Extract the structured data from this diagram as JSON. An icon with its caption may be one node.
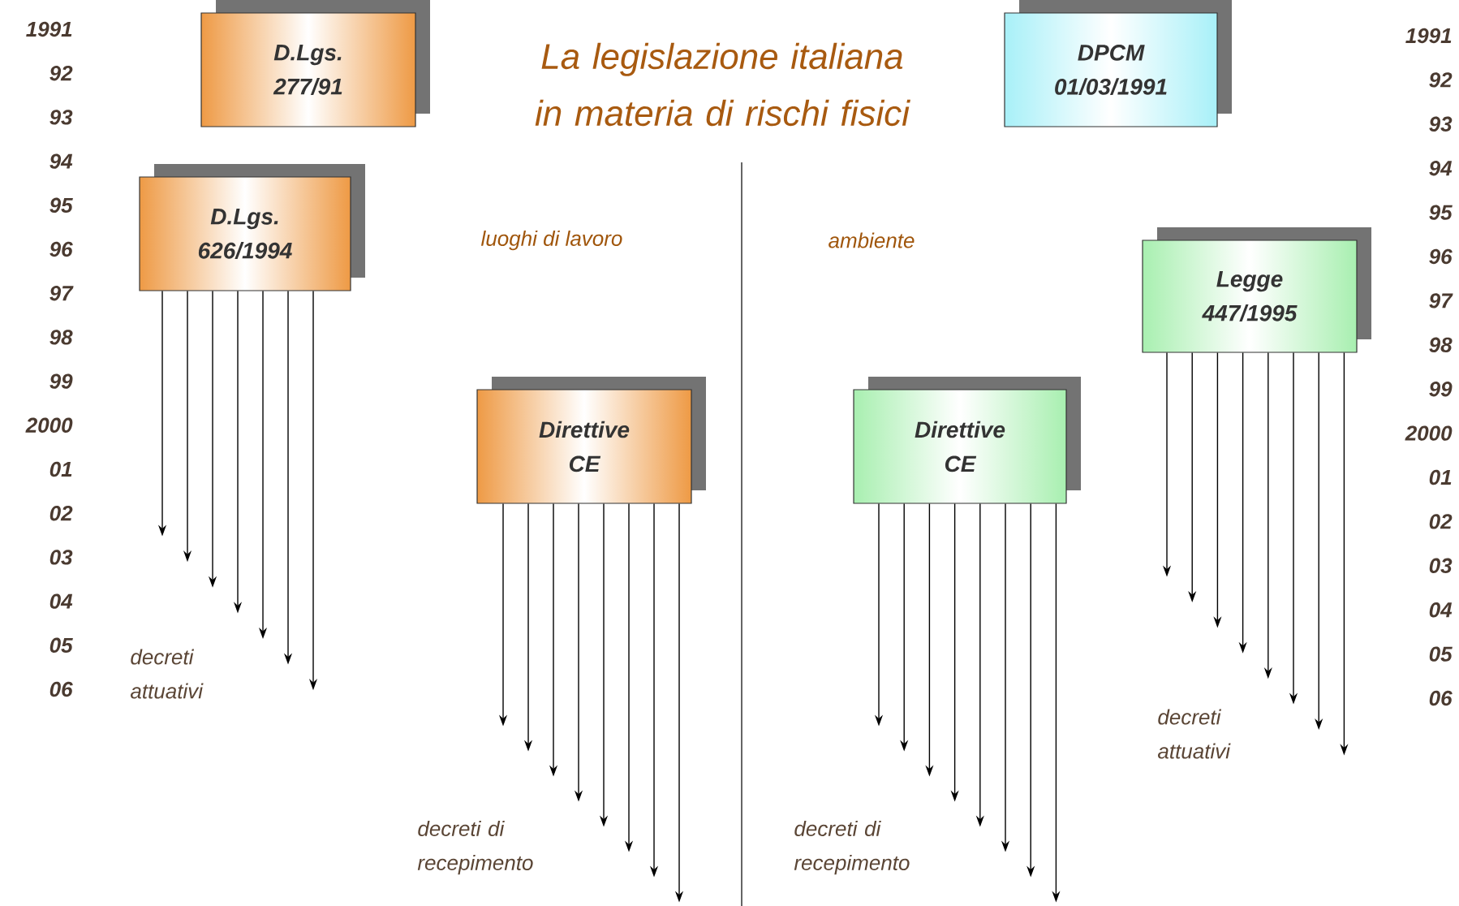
{
  "diagram": {
    "title": "La legislazione italiana in materia di rischi fisici",
    "nodes": [
      {
        "text": [
          "D.Lgs. 277/91"
        ]
      },
      {
        "text": [
          "DPCM 01/03/1991"
        ]
      },
      {
        "text": [
          "D.Lgs. 626/1994"
        ]
      },
      {
        "text": [
          "Legge 447/1995"
        ]
      },
      {
        "text": [
          "Direttive CE"
        ]
      },
      {
        "text": [
          "Direttive CE"
        ]
      }
    ],
    "edges": [
      {
        "from": 2,
        "to": null,
        "arrow": "to"
      },
      {
        "from": 2,
        "to": null,
        "arrow": "to"
      },
      {
        "from": 2,
        "to": null,
        "arrow": "to"
      },
      {
        "from": 2,
        "to": null,
        "arrow": "to"
      },
      {
        "from": 2,
        "to": null,
        "arrow": "to"
      },
      {
        "from": 2,
        "to": null,
        "arrow": "to"
      },
      {
        "from": 2,
        "to": null,
        "arrow": "to"
      },
      {
        "from": 3,
        "to": null,
        "arrow": "to"
      },
      {
        "from": 3,
        "to": null,
        "arrow": "to"
      },
      {
        "from": 3,
        "to": null,
        "arrow": "to"
      },
      {
        "from": 3,
        "to": null,
        "arrow": "to"
      },
      {
        "from": 3,
        "to": null,
        "arrow": "to"
      },
      {
        "from": 3,
        "to": null,
        "arrow": "to"
      },
      {
        "from": 3,
        "to": null,
        "arrow": "to"
      },
      {
        "from": 3,
        "to": null,
        "arrow": "to"
      },
      {
        "from": 4,
        "to": null,
        "arrow": "to"
      },
      {
        "from": 4,
        "to": null,
        "arrow": "to"
      },
      {
        "from": 4,
        "to": null,
        "arrow": "to"
      },
      {
        "from": 4,
        "to": null,
        "arrow": "to"
      },
      {
        "from": 4,
        "to": null,
        "arrow": "to"
      },
      {
        "from": 4,
        "to": null,
        "arrow": "to"
      },
      {
        "from": 4,
        "to": null,
        "arrow": "to"
      },
      {
        "from": 4,
        "to": null,
        "arrow": "to"
      },
      {
        "from": 5,
        "to": null,
        "arrow": "to"
      },
      {
        "from": 5,
        "to": null,
        "arrow": "to"
      },
      {
        "from": 5,
        "to": null,
        "arrow": "to"
      },
      {
        "from": 5,
        "to": null,
        "arrow": "to"
      },
      {
        "from": 5,
        "to": null,
        "arrow": "to"
      },
      {
        "from": 5,
        "to": null,
        "arrow": "to"
      },
      {
        "from": 5,
        "to": null,
        "arrow": "to"
      },
      {
        "from": 5,
        "to": null,
        "arrow": "to"
      }
    ],
    "labels": [
      "1991",
      "92",
      "93",
      "94",
      "95",
      "96",
      "97",
      "98",
      "99",
      "2000",
      "01",
      "02",
      "03",
      "04",
      "05",
      "06",
      "1991",
      "92",
      "93",
      "94",
      "95",
      "96",
      "97",
      "98",
      "99",
      "2000",
      "01",
      "02",
      "03",
      "04",
      "05",
      "06",
      "luoghi di lavoro",
      "ambiente",
      "decreti attuativi",
      "decreti di recepimento",
      "decreti di recepimento",
      "decreti attuativi"
    ]
  }
}
